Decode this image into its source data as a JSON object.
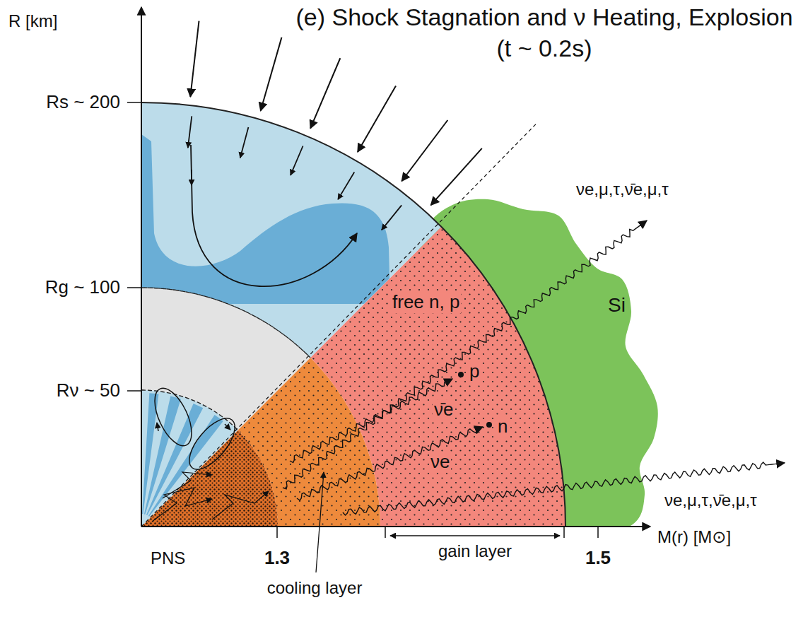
{
  "diagram": {
    "title": "(e) Shock Stagnation and ν Heating, Explosion (t ~ 0.2s)",
    "labels": [
      "R [km]",
      "Rs ~ 200",
      "Rg ~ 100",
      "Rν ~ 50",
      "νe,μ,τ,ν̄e,μ,τ",
      "free n, p",
      "Si",
      "p",
      "ν̄e",
      "n",
      "νe",
      "νe,μ,τ,ν̄e,μ,τ",
      "PNS",
      "1.3",
      "gain layer",
      "1.5",
      "M(r) [M⊙]",
      "cooling layer"
    ]
  }
}
